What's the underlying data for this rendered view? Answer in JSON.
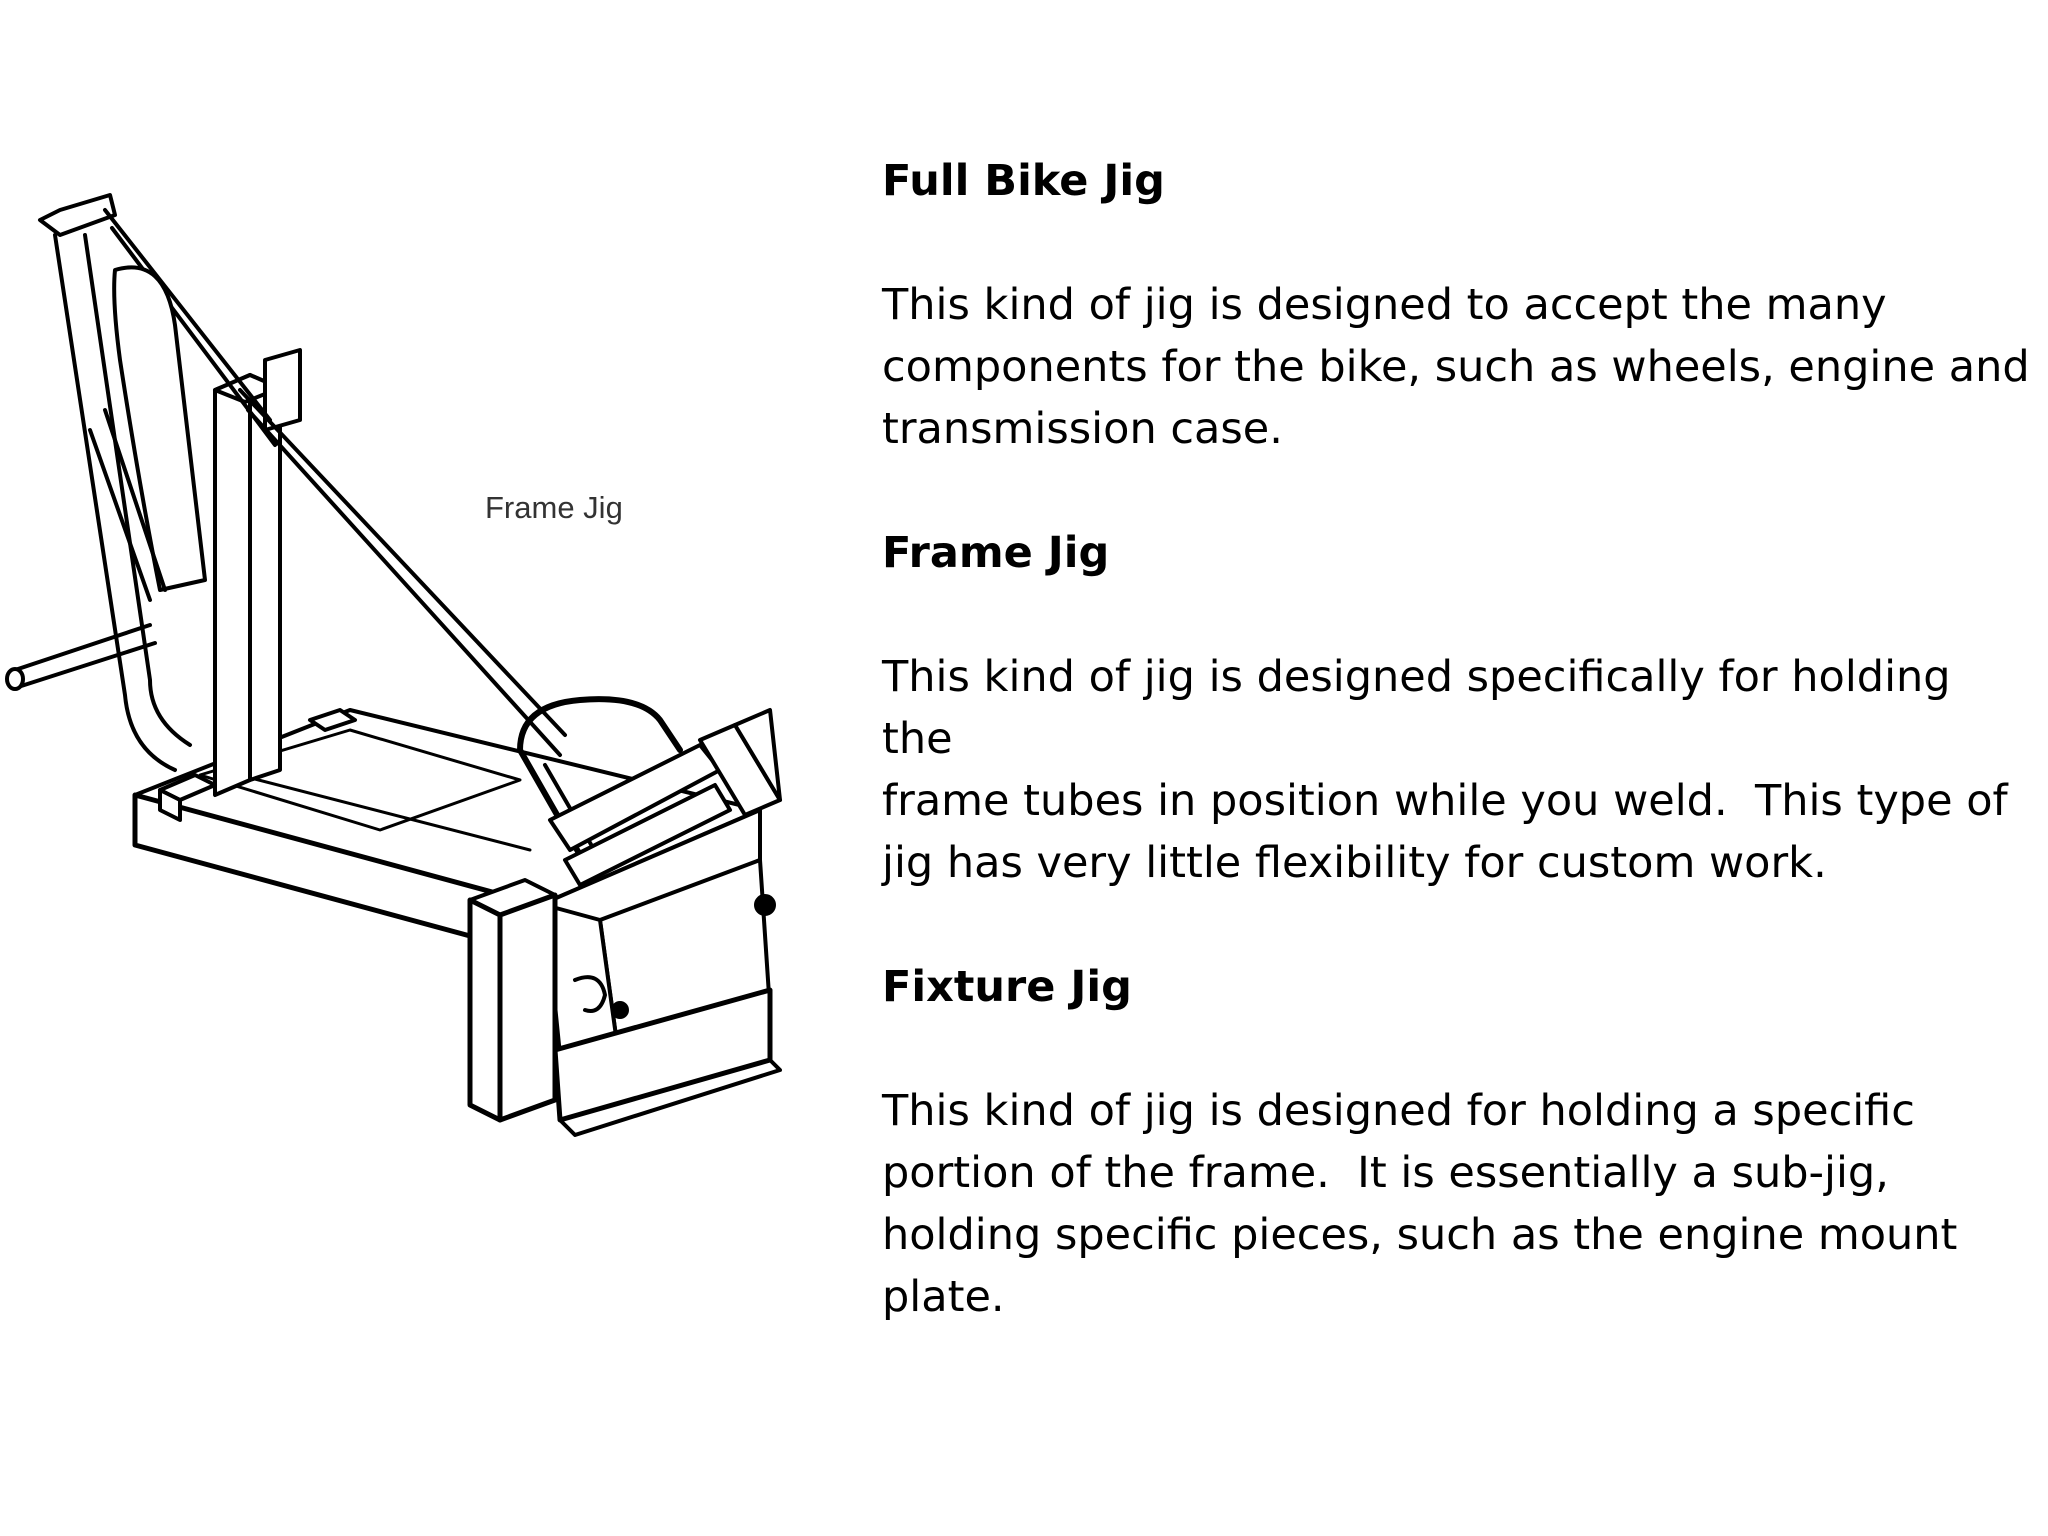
{
  "figure": {
    "caption": "Frame Jig",
    "icon": "frame-jig-line-drawing"
  },
  "sections": [
    {
      "heading": "Full Bike Jig",
      "body": "This kind of jig is designed to accept the many\ncomponents for the bike, such as wheels, engine and\ntransmission case."
    },
    {
      "heading": "Frame Jig",
      "body": "This kind of jig is designed specifically for holding the\nframe tubes in position while you weld.  This type of\njig has very little flexibility for custom work."
    },
    {
      "heading": "Fixture Jig",
      "body": "This kind of jig is designed for holding a specific\nportion of the frame.  It is essentially a sub-jig,\nholding specific pieces, such as the engine mount\nplate."
    }
  ]
}
